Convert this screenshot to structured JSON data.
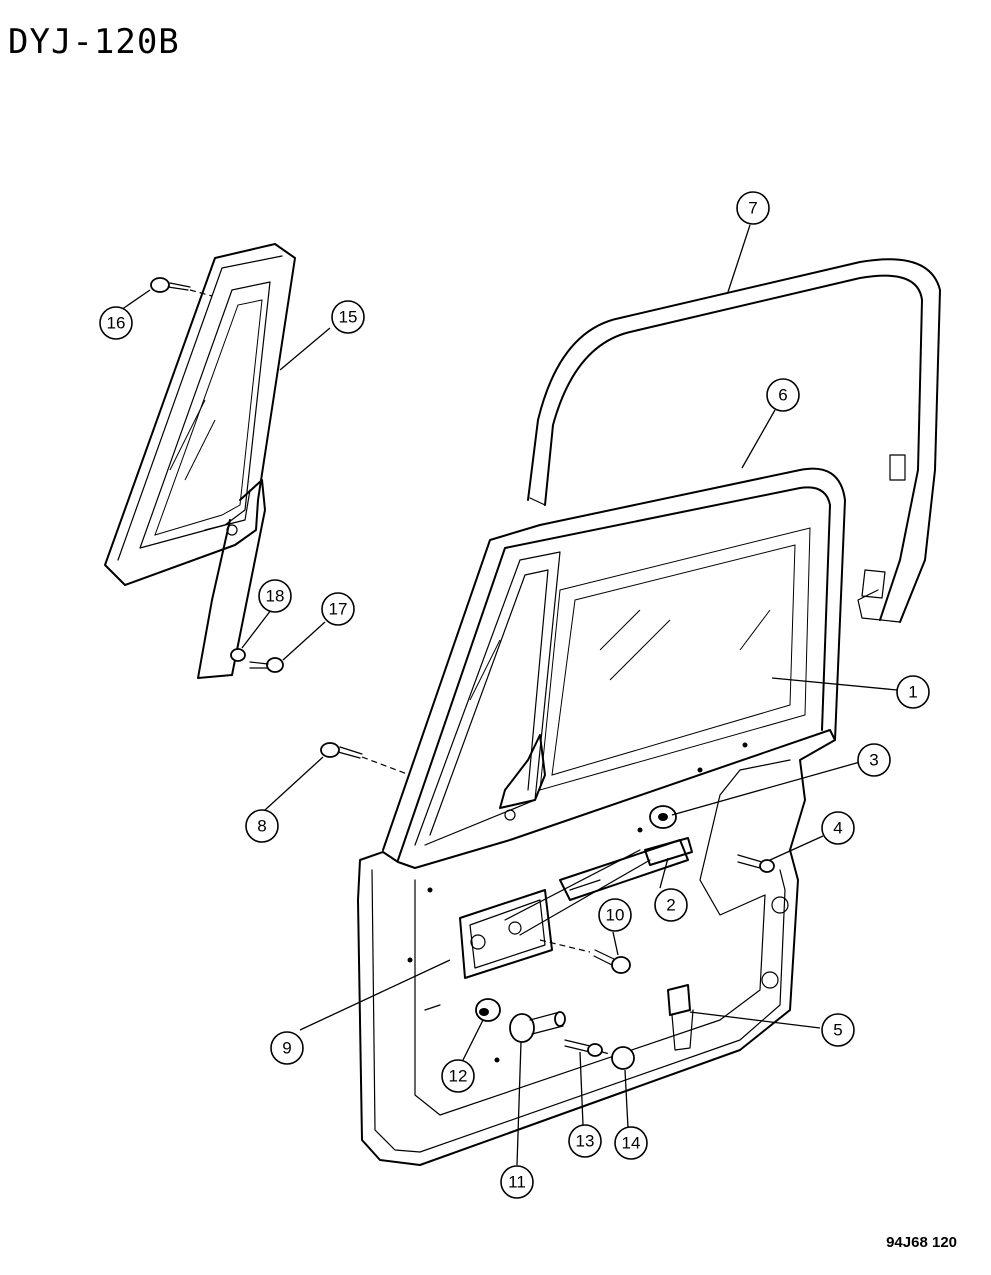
{
  "diagram": {
    "code": "DYJ-120B",
    "footer": "94J68  120",
    "callouts": [
      {
        "n": "1"
      },
      {
        "n": "2"
      },
      {
        "n": "3"
      },
      {
        "n": "4"
      },
      {
        "n": "5"
      },
      {
        "n": "6"
      },
      {
        "n": "7"
      },
      {
        "n": "8"
      },
      {
        "n": "9"
      },
      {
        "n": "10"
      },
      {
        "n": "11"
      },
      {
        "n": "12"
      },
      {
        "n": "13"
      },
      {
        "n": "14"
      },
      {
        "n": "15"
      },
      {
        "n": "16"
      },
      {
        "n": "17"
      },
      {
        "n": "18"
      }
    ]
  }
}
